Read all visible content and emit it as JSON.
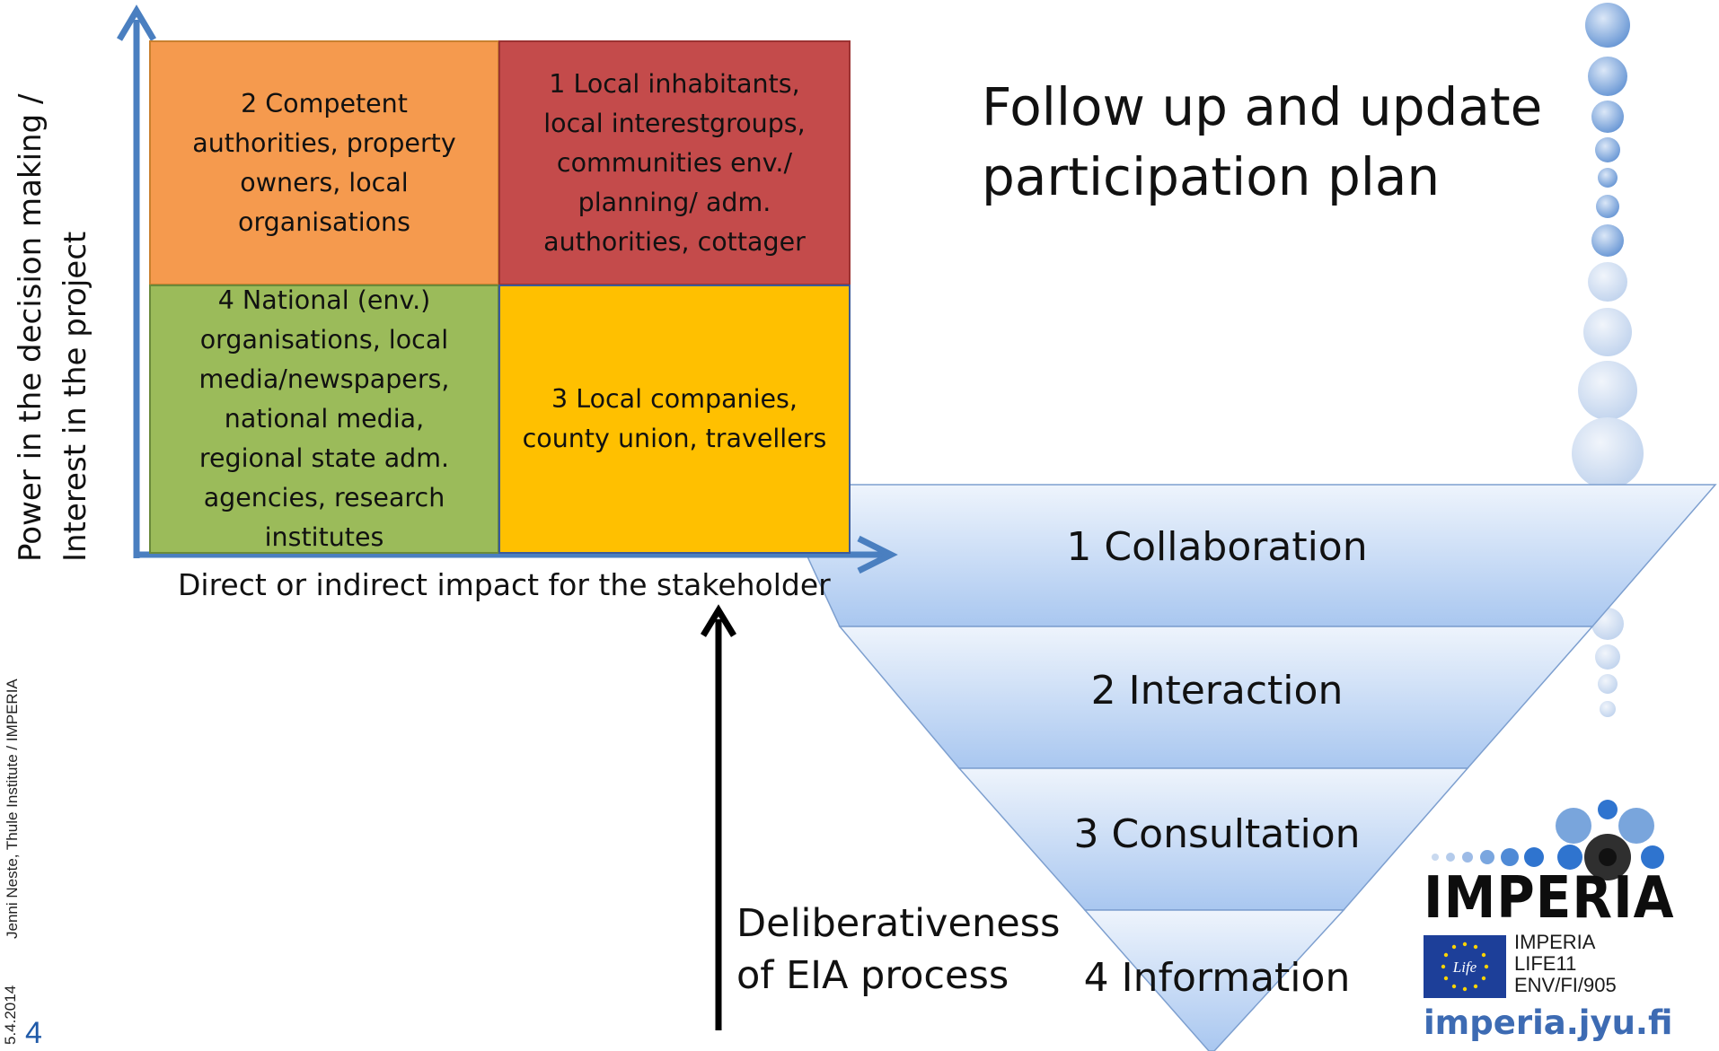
{
  "title": {
    "line1": "Follow up and update",
    "line2": "participation plan"
  },
  "axes": {
    "y_label_1": "Power in the decision making /",
    "y_label_2": "Interest in the project",
    "x_label": "Direct or indirect impact for the stakeholder"
  },
  "quadrants": {
    "top_left": {
      "lines": [
        "2 Competent",
        "authorities, property",
        "owners, local",
        "organisations"
      ],
      "color": "#f59a4e"
    },
    "top_right": {
      "lines": [
        "1 Local inhabitants,",
        "local interestgroups,",
        "communities env./",
        "planning/ adm.",
        "authorities, cottager"
      ],
      "color": "#c44b4b"
    },
    "bottom_left": {
      "lines": [
        "4 National (env.)",
        "organisations,  local",
        "media/newspapers,",
        "national media,",
        "regional state adm.",
        "agencies, research",
        "institutes"
      ],
      "color": "#9bbb5a"
    },
    "bottom_right": {
      "lines": [
        "3 Local companies,",
        "county union, travellers"
      ],
      "color": "#ffc000"
    }
  },
  "pyramid": {
    "levels": [
      "1 Collaboration",
      "2 Interaction",
      "3 Consultation",
      "4 Information"
    ],
    "colors": {
      "light": "#eaf2fc",
      "dark": "#a8c6f0",
      "edge": "#6a8fc2"
    }
  },
  "arrow_caption": {
    "line1": "Deliberativeness",
    "line2": "of EIA process"
  },
  "footer": {
    "author": "Jenni Neste, Thule Institute / IMPERIA",
    "date": "5.4.2014",
    "page": "4"
  },
  "logo": {
    "word": "IMPERIA",
    "eu_lines": [
      "IMPERIA",
      "LIFE11",
      "ENV/FI/905"
    ],
    "flag_text": "Life",
    "url": "imperia.jyu.fi"
  },
  "accent": "#4a7fc0"
}
